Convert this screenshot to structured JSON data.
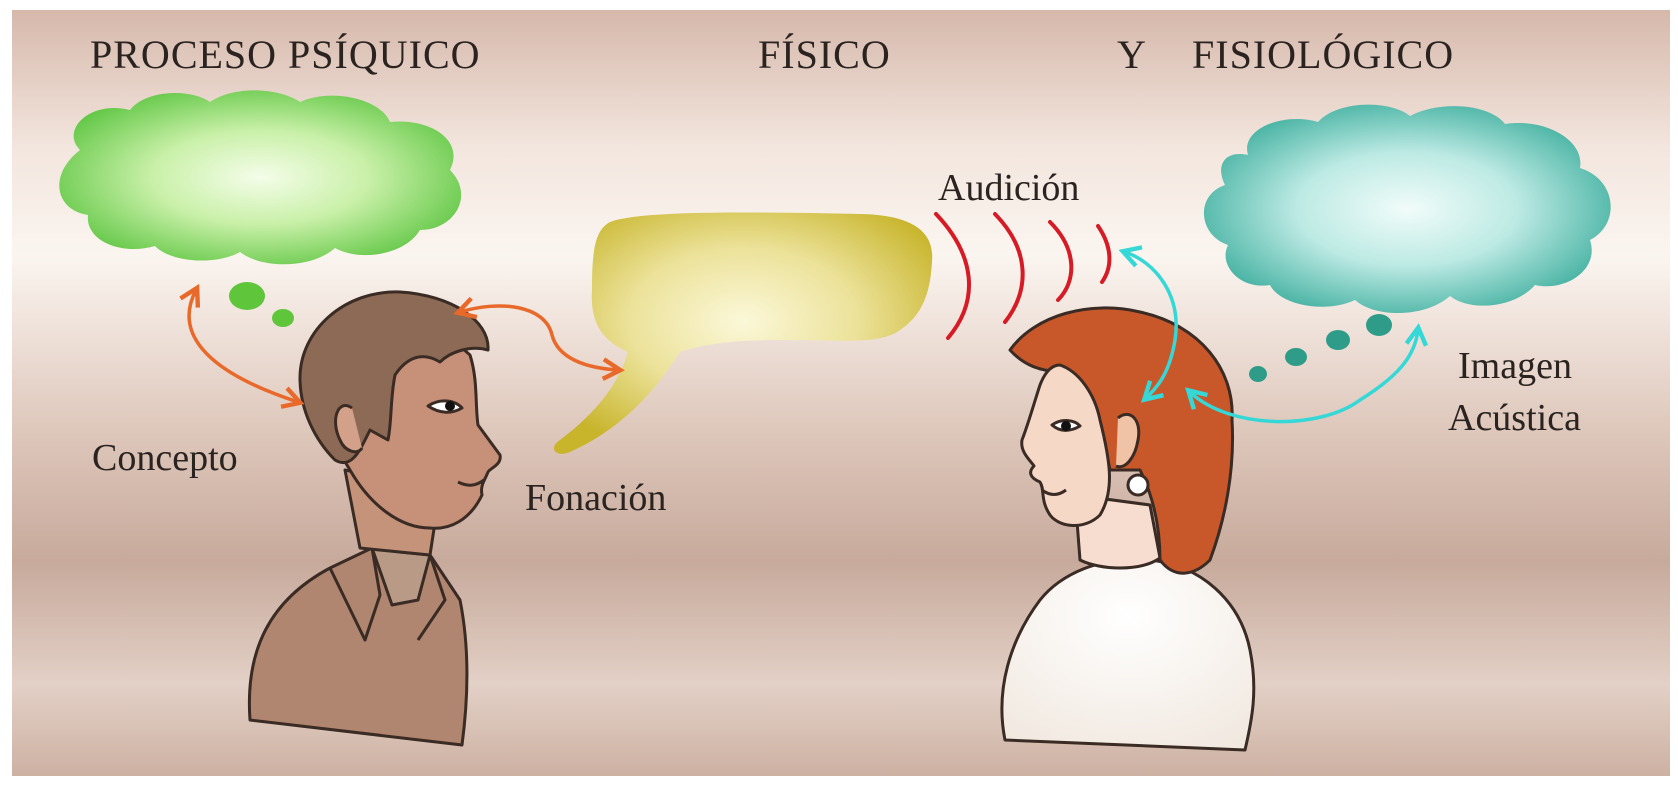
{
  "header": {
    "left": "PROCESO PSÍQUICO",
    "middle": "FÍSICO",
    "conj": "Y",
    "right": "FISIOLÓGICO"
  },
  "labels": {
    "concepto": "Concepto",
    "fonacion": "Fonación",
    "audicion": "Audición",
    "imagen_line1": "Imagen",
    "imagen_line2": "Acústica"
  },
  "colors": {
    "concept_cloud": "#66cc44",
    "speech_bubble": "#d6c43a",
    "acoustic_cloud": "#3fb0a2",
    "arrows_left": "#e8692a",
    "arrows_right": "#35d8d6",
    "sound_waves": "#d61b26",
    "man_skin": "#c08a70",
    "man_hair": "#8d6a55",
    "woman_hair": "#c8582a",
    "woman_blouse": "#faf6f1"
  }
}
